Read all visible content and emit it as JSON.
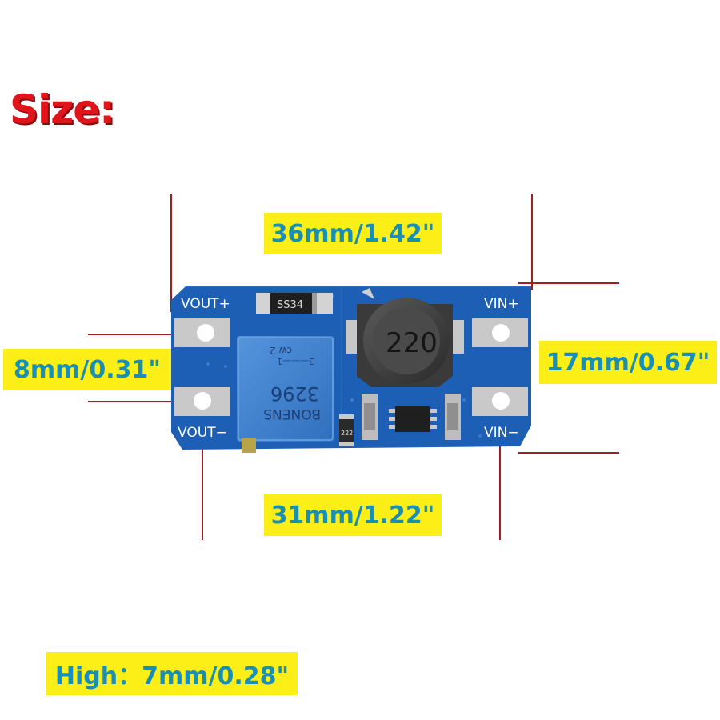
{
  "title": "Size:",
  "dimensions": {
    "length": "36mm/1.42\"",
    "width": "17mm/0.67\"",
    "pad_spacing": "8mm/0.31\"",
    "pad_pitch": "31mm/1.22\"",
    "height": "High：7mm/0.28\""
  },
  "board": {
    "pin_vout_plus": "VOUT+",
    "pin_vout_minus": "VOUT−",
    "pin_vin_plus": "VIN+",
    "pin_vin_minus": "VIN−",
    "diode_marking": "SS34",
    "inductor_marking": "220",
    "pot_brand": "BONENS",
    "pot_model": "3296",
    "pot_code": "cw 2",
    "pot_pins": "3———1",
    "resistor_marking": "222",
    "board_color": "#1d5fb4",
    "pot_color": "#3f86d3"
  },
  "colors": {
    "label_bg": "#fbef17",
    "label_text": "#1a8fb5",
    "title_text": "#e0141b",
    "dimension_line": "#a01f24"
  }
}
